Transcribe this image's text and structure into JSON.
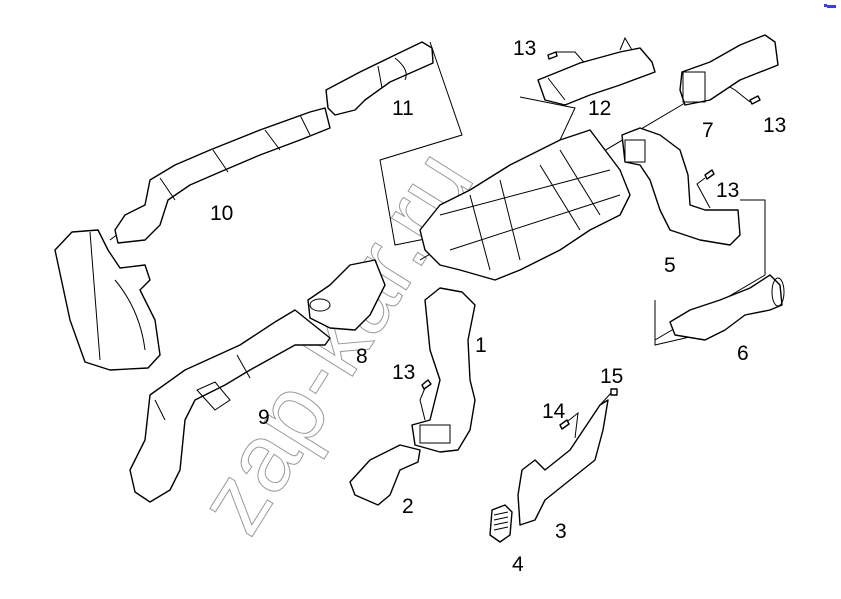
{
  "diagram": {
    "title": "Air duct assembly exploded parts diagram",
    "watermark": "zap-kar.ru",
    "callouts": [
      {
        "id": "1",
        "label": "1",
        "part": "center-lower-duct"
      },
      {
        "id": "2",
        "label": "2",
        "part": "floor-duct-left"
      },
      {
        "id": "3",
        "label": "3",
        "part": "floor-duct-right"
      },
      {
        "id": "4",
        "label": "4",
        "part": "vent-grille"
      },
      {
        "id": "5",
        "label": "5",
        "part": "right-side-duct"
      },
      {
        "id": "6",
        "label": "6",
        "part": "right-rear-duct"
      },
      {
        "id": "7",
        "label": "7",
        "part": "right-upper-duct"
      },
      {
        "id": "8",
        "label": "8",
        "part": "left-connector-duct"
      },
      {
        "id": "9",
        "label": "9",
        "part": "left-lower-duct"
      },
      {
        "id": "10",
        "label": "10",
        "part": "left-upper-duct"
      },
      {
        "id": "11",
        "label": "11",
        "part": "left-defroster-duct"
      },
      {
        "id": "12",
        "label": "12",
        "part": "center-defroster-duct"
      },
      {
        "id": "13a",
        "label": "13",
        "part": "screw"
      },
      {
        "id": "13b",
        "label": "13",
        "part": "screw"
      },
      {
        "id": "13c",
        "label": "13",
        "part": "screw"
      },
      {
        "id": "13d",
        "label": "13",
        "part": "screw"
      },
      {
        "id": "14",
        "label": "14",
        "part": "screw"
      },
      {
        "id": "15",
        "label": "15",
        "part": "clip"
      }
    ],
    "accent_colors": {
      "line": "#000000",
      "watermark": "#9a9a9a",
      "corner_mark": "#3a3aff"
    }
  }
}
